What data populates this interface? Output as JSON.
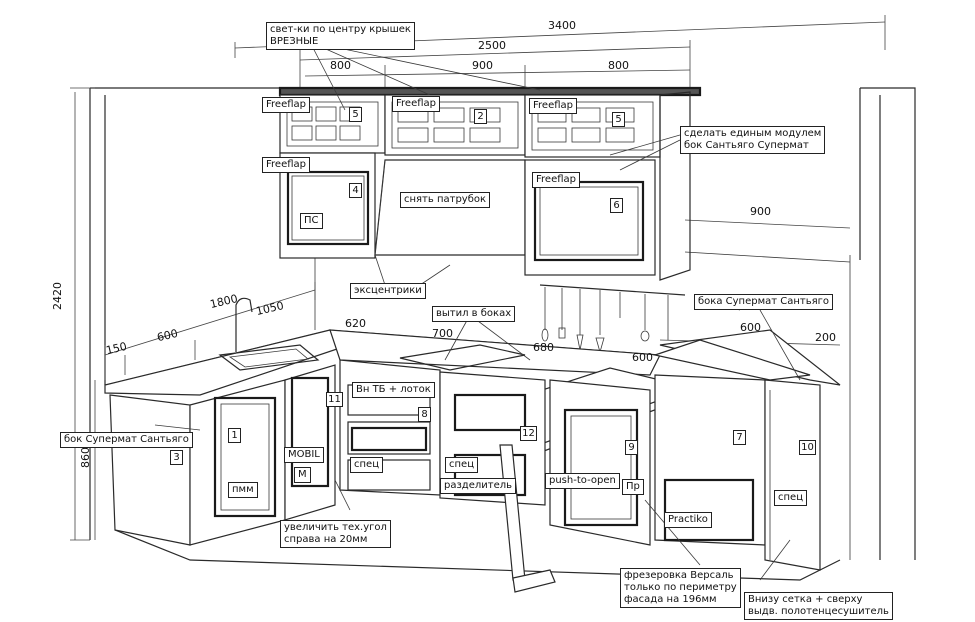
{
  "dimensions": {
    "total_width": "3400",
    "upper_total": "2500",
    "upper_left": "800",
    "upper_mid": "900",
    "upper_right": "800",
    "shelf_right": "900",
    "height": "2420",
    "base_height": "860",
    "left_run": "1800",
    "d150": "150",
    "d600_left": "600",
    "d1050": "1050",
    "d620": "620",
    "d700": "700",
    "d680": "680",
    "d600_mid": "600",
    "d600_right": "600",
    "d200": "200"
  },
  "labels": {
    "lights": "свет-ки по центру крышек\nВРЕЗНЫЕ",
    "freeflap_1": "Freeflap",
    "freeflap_2": "Freeflap",
    "freeflap_3": "Freeflap",
    "freeflap_4": "Freeflap",
    "freeflap_5": "Freeflap",
    "single_module": "сделать единым модулем\nбок Сантьяго Супермат",
    "remove_pipe": "снять патрубок",
    "ps": "ПС",
    "eccentrics": "эксцентрики",
    "side_cut": "вытил в боках",
    "sides_supermat": "бока Супермат Сантьяго",
    "side_supermat_left": "бок Супермат Сантьяго",
    "vn_tb": "Вн ТБ + лоток",
    "spec_1": "спец",
    "spec_2": "спец",
    "spec_3": "спец",
    "divider": "разделитель",
    "push_to_open": "push-to-open",
    "pr": "Пр",
    "pmm": "пмм",
    "mobil": "MOBIL",
    "m": "М",
    "practiko": "Practiko",
    "increase_corner": "увеличить тех.угол\nсправа на 20мм",
    "milling": "фрезеровка Версаль\nтолько по периметру\nфасада на 196мм",
    "bottom_rail": "Внизу сетка + сверху\nвыдв. полотенцесушитель"
  },
  "module_numbers": {
    "n1": "1",
    "n2": "2",
    "n3": "3",
    "n4": "4",
    "n5a": "5",
    "n5b": "5",
    "n6": "6",
    "n7": "7",
    "n8": "8",
    "n9": "9",
    "n10": "10",
    "n11": "11",
    "n12": "12"
  }
}
